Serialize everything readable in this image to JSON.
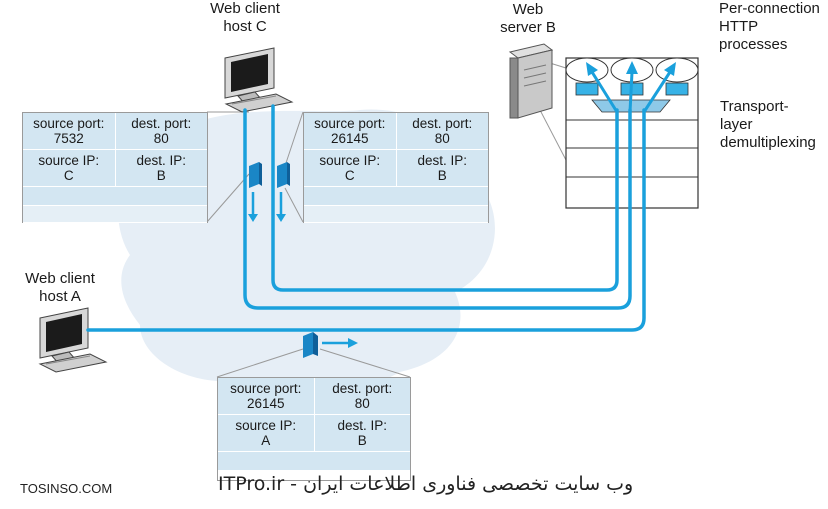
{
  "labels": {
    "client_c": [
      "Web client",
      "host C"
    ],
    "server_b": [
      "Web",
      "server B"
    ],
    "http_processes": [
      "Per-connection",
      "HTTP",
      "processes"
    ],
    "transport_demux": [
      "Transport-",
      "layer",
      "demultiplexing"
    ],
    "client_a": [
      "Web client",
      "host A"
    ]
  },
  "segments": {
    "left": {
      "source_port_label": "source port:",
      "source_port": "7532",
      "dest_port_label": "dest. port:",
      "dest_port": "80",
      "source_ip_label": "source IP:",
      "source_ip": "C",
      "dest_ip_label": "dest. IP:",
      "dest_ip": "B"
    },
    "right": {
      "source_port_label": "source port:",
      "source_port": "26145",
      "dest_port_label": "dest. port:",
      "dest_port": "80",
      "source_ip_label": "source IP:",
      "source_ip": "C",
      "dest_ip_label": "dest. IP:",
      "dest_ip": "B"
    },
    "bottom": {
      "source_port_label": "source port:",
      "source_port": "26145",
      "dest_port_label": "dest. port:",
      "dest_port": "80",
      "source_ip_label": "source IP:",
      "source_ip": "A",
      "dest_ip_label": "dest. IP:",
      "dest_ip": "B"
    }
  },
  "watermarks": {
    "left": "TOSINSO.COM",
    "right": "ITPro.ir - وب سایت تخصصی فناوری اطلاعات ایران"
  },
  "colors": {
    "link_blue": "#1aa0dc",
    "cloud": "#e6eef6",
    "table_fill": "#d3e6f2",
    "process_fill": "#37b2e6",
    "demux_fill": "#8ec9e8"
  }
}
